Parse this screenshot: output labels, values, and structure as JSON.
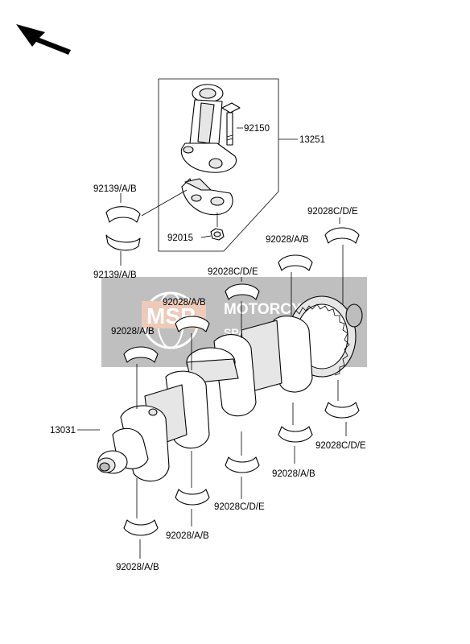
{
  "labels": {
    "conrod_set": "13251",
    "conrod_bolt": "92150",
    "conrod_nut": "92015",
    "conrod_bearing_upper": "92139/A/B",
    "conrod_bearing_lower": "92139/A/B",
    "crankshaft": "13031",
    "main_top_right": "92028C/D/E",
    "main_top_2": "92028/A/B",
    "main_top_3": "92028C/D/E",
    "main_top_4": "92028/A/B",
    "main_top_5": "92028/A/B",
    "main_bottom_1": "92028/A/B",
    "main_bottom_2": "92028/A/B",
    "main_bottom_3": "92028C/D/E",
    "main_bottom_4": "92028/A/B",
    "main_bottom_5": "92028C/D/E"
  },
  "watermark": {
    "logo_text": "MSP",
    "brand_text": "MOTORCYCLE",
    "sub_text": "SPARE PARTS"
  },
  "colors": {
    "line": "#000000",
    "watermark_band": "#8c8c8c",
    "watermark_logo": "#e0a080"
  }
}
